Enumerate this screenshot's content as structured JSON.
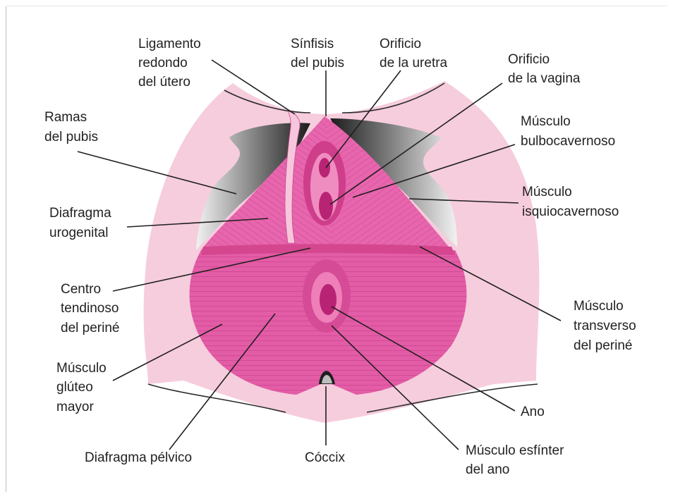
{
  "labels": {
    "ligamento_redondo": [
      "Ligamento",
      "redondo",
      "del útero"
    ],
    "sinfisis_pubis": [
      "Sínfisis",
      "del pubis"
    ],
    "orificio_uretra": [
      "Orificio",
      "de la uretra"
    ],
    "orificio_vagina": [
      "Orificio",
      "de la vagina"
    ],
    "ramas_pubis": [
      "Ramas",
      "del pubis"
    ],
    "musculo_bulbocavernoso": [
      "Músculo",
      "bulbocavernoso"
    ],
    "musculo_isquiocavernoso": [
      "Músculo",
      "isquiocavernoso"
    ],
    "diafragma_urogenital": [
      "Diafragma",
      "urogenital"
    ],
    "centro_tendinoso": [
      "Centro",
      "tendinoso",
      "del periné"
    ],
    "musculo_transverso": [
      "Músculo",
      "transverso",
      "del periné"
    ],
    "musculo_gluteo": [
      "Músculo",
      "glúteo",
      "mayor"
    ],
    "ano": [
      "Ano"
    ],
    "diafragma_pelvico": [
      "Diafragma pélvico"
    ],
    "coccix": [
      "Cóccix"
    ],
    "musculo_esfinter": [
      "Músculo esfínter",
      "del ano"
    ]
  },
  "colors": {
    "outer_skin": "#f6cddd",
    "muscle": "#e15aa3",
    "muscle_dark": "#c93c8a",
    "bone_shadow": "#3a3a3a",
    "orifice": "#b92374"
  }
}
